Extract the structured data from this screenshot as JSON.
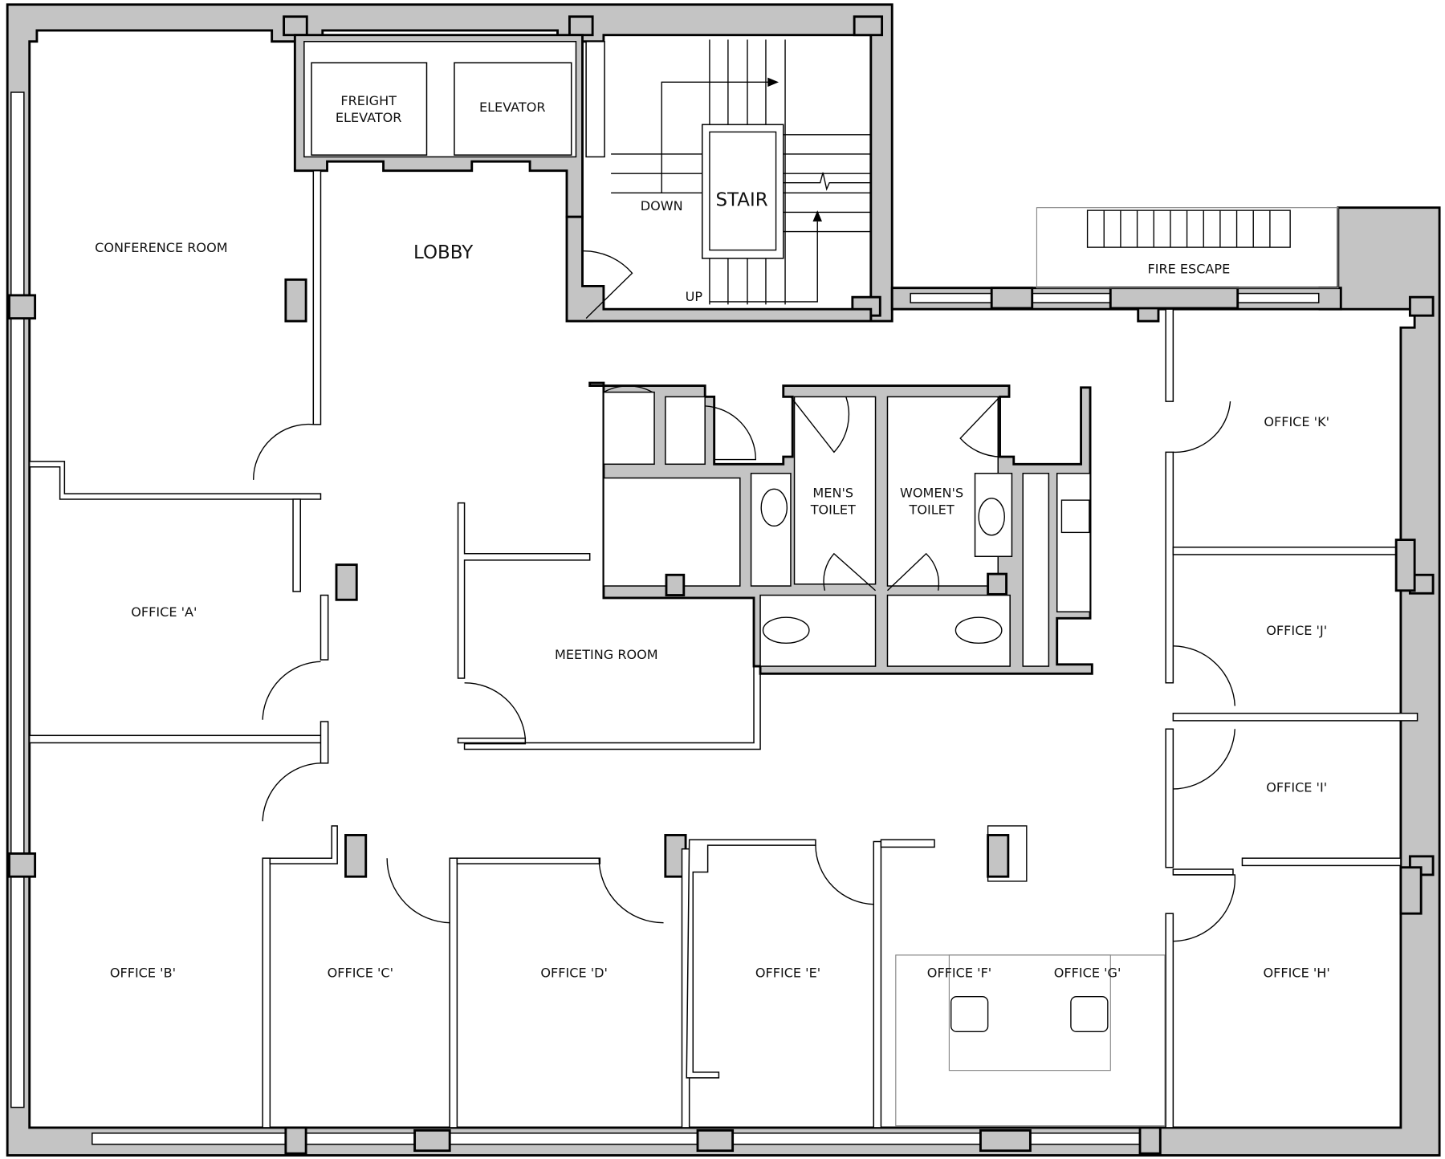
{
  "plan": {
    "rooms": {
      "freight_elevator_1": "FREIGHT",
      "freight_elevator_2": "ELEVATOR",
      "elevator": "ELEVATOR",
      "stair": "STAIR",
      "stair_down": "DOWN",
      "stair_up": "UP",
      "lobby": "LOBBY",
      "conference_room": "CONFERENCE ROOM",
      "fire_escape": "FIRE ESCAPE",
      "office_a": "OFFICE 'A'",
      "office_b": "OFFICE 'B'",
      "office_c": "OFFICE 'C'",
      "office_d": "OFFICE 'D'",
      "office_e": "OFFICE 'E'",
      "office_f": "OFFICE 'F'",
      "office_g": "OFFICE 'G'",
      "office_h": "OFFICE 'H'",
      "office_i": "OFFICE 'I'",
      "office_j": "OFFICE 'J'",
      "office_k": "OFFICE 'K'",
      "meeting_room": "MEETING ROOM",
      "mens_toilet_1": "MEN'S",
      "mens_toilet_2": "TOILET",
      "womens_toilet_1": "WOMEN'S",
      "womens_toilet_2": "TOILET"
    },
    "colors": {
      "wall": "#c4c4c4",
      "line": "#000000"
    }
  }
}
